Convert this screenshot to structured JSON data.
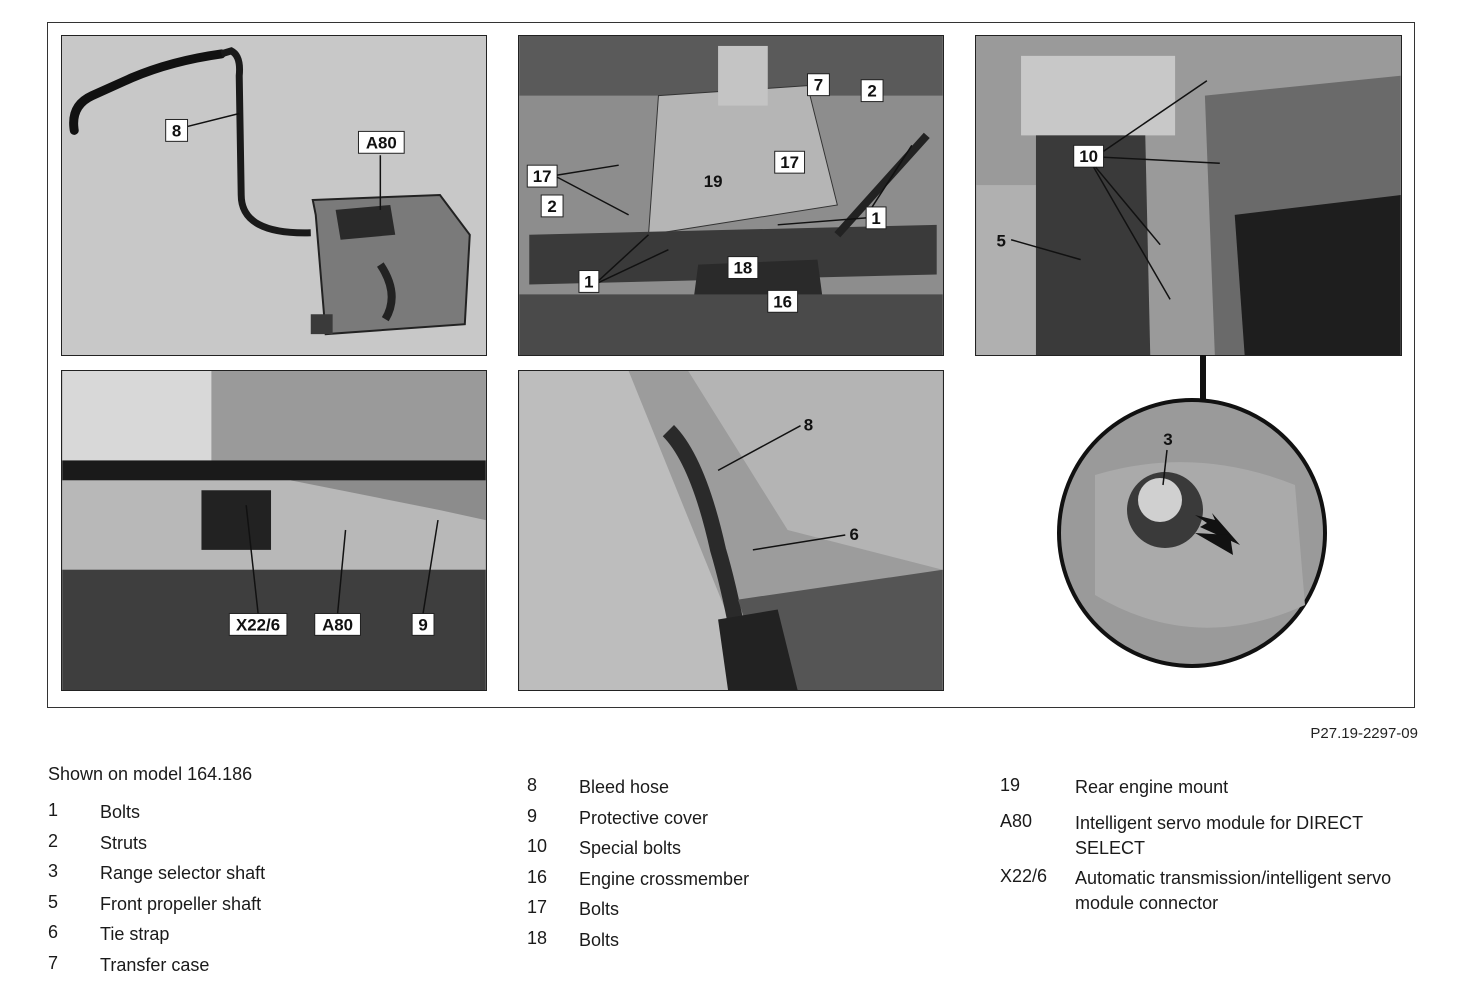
{
  "figure": {
    "id_label": "P27.19-2297-09",
    "panels": [
      {
        "name": "panel-servo-module-overview",
        "callouts": [
          "8",
          "A80"
        ]
      },
      {
        "name": "panel-transfer-case-underside",
        "callouts": [
          "7",
          "2",
          "17",
          "19",
          "17",
          "2",
          "1",
          "1",
          "18",
          "16"
        ]
      },
      {
        "name": "panel-propeller-shaft",
        "callouts": [
          "10",
          "5"
        ]
      },
      {
        "name": "panel-connector-closeup",
        "callouts": [
          "X22/6",
          "A80",
          "9"
        ]
      },
      {
        "name": "panel-bleed-hose",
        "callouts": [
          "8",
          "6"
        ]
      },
      {
        "name": "panel-selector-shaft-detail",
        "callouts": [
          "3"
        ]
      }
    ]
  },
  "legend": {
    "heading": "Shown on model 164.186",
    "column1": [
      {
        "key": "1",
        "value": "Bolts"
      },
      {
        "key": "2",
        "value": "Struts"
      },
      {
        "key": "3",
        "value": "Range selector shaft"
      },
      {
        "key": "5",
        "value": "Front propeller shaft"
      },
      {
        "key": "6",
        "value": "Tie strap"
      },
      {
        "key": "7",
        "value": "Transfer case"
      }
    ],
    "column2": [
      {
        "key": "8",
        "value": "Bleed hose"
      },
      {
        "key": "9",
        "value": "Protective cover"
      },
      {
        "key": "10",
        "value": "Special bolts"
      },
      {
        "key": "16",
        "value": "Engine crossmember"
      },
      {
        "key": "17",
        "value": "Bolts"
      },
      {
        "key": "18",
        "value": "Bolts"
      }
    ],
    "column3": [
      {
        "key": "19",
        "value": "Rear engine mount"
      },
      {
        "key": "A80",
        "value": "Intelligent servo module for DIRECT SELECT"
      },
      {
        "key": "X22/6",
        "value": "Automatic transmission/intelligent servo module connector"
      }
    ]
  }
}
